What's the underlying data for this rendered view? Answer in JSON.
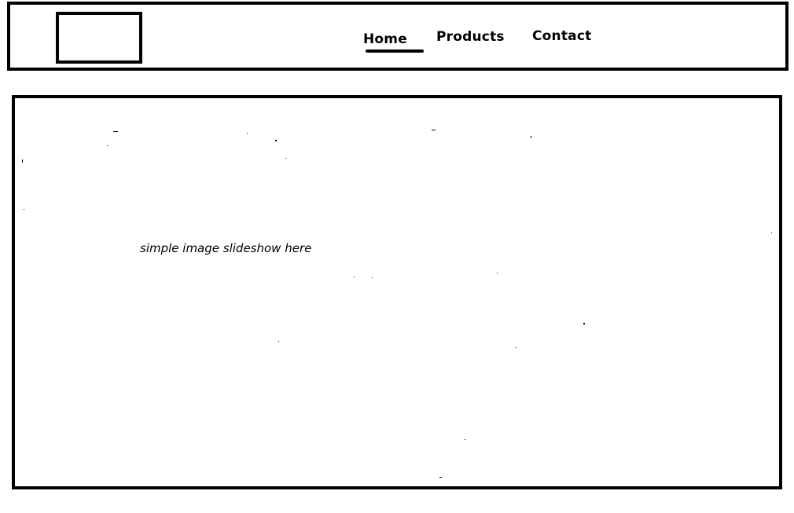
{
  "header": {
    "nav": {
      "home": "Home",
      "products": "Products",
      "contact": "Contact"
    }
  },
  "main": {
    "slideshow_placeholder": "simple image slideshow here"
  }
}
